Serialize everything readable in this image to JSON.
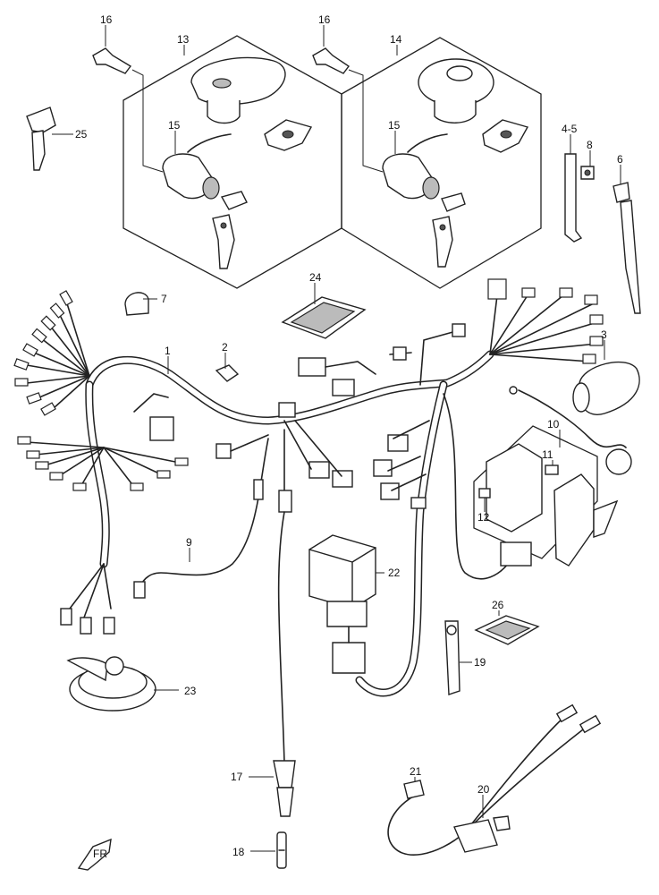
{
  "diagram": {
    "callouts": [
      {
        "id": "c1",
        "label": "1"
      },
      {
        "id": "c2",
        "label": "2"
      },
      {
        "id": "c3",
        "label": "3"
      },
      {
        "id": "c45",
        "label": "4-5"
      },
      {
        "id": "c6",
        "label": "6"
      },
      {
        "id": "c7",
        "label": "7"
      },
      {
        "id": "c8",
        "label": "8"
      },
      {
        "id": "c9",
        "label": "9"
      },
      {
        "id": "c10",
        "label": "10"
      },
      {
        "id": "c11",
        "label": "11"
      },
      {
        "id": "c12",
        "label": "12"
      },
      {
        "id": "c13",
        "label": "13"
      },
      {
        "id": "c14",
        "label": "14"
      },
      {
        "id": "c15a",
        "label": "15"
      },
      {
        "id": "c15b",
        "label": "15"
      },
      {
        "id": "c16a",
        "label": "16"
      },
      {
        "id": "c16b",
        "label": "16"
      },
      {
        "id": "c17",
        "label": "17"
      },
      {
        "id": "c18",
        "label": "18"
      },
      {
        "id": "c19",
        "label": "19"
      },
      {
        "id": "c20",
        "label": "20"
      },
      {
        "id": "c21",
        "label": "21"
      },
      {
        "id": "c22",
        "label": "22"
      },
      {
        "id": "c23",
        "label": "23"
      },
      {
        "id": "c24",
        "label": "24"
      },
      {
        "id": "c25",
        "label": "25"
      },
      {
        "id": "c26",
        "label": "26"
      }
    ],
    "fr_arrow_label": "FR"
  }
}
